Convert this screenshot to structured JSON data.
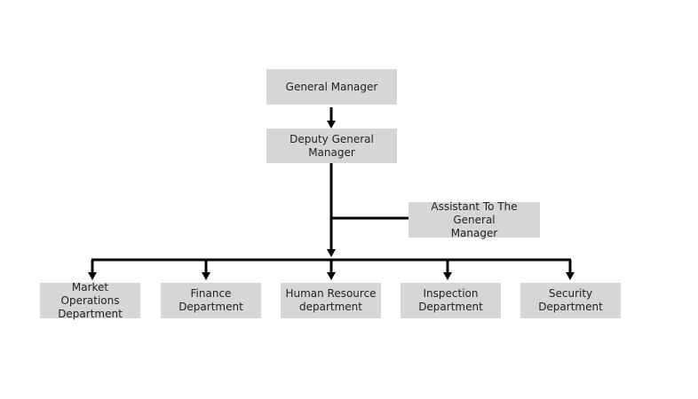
{
  "org_chart": {
    "general_manager": "General Manager",
    "deputy_general_manager": "Deputy General Manager",
    "assistant": [
      "Assistant To The General",
      "Manager"
    ],
    "departments": [
      [
        "Market Operations",
        "Department"
      ],
      [
        "Finance",
        "Department"
      ],
      [
        "Human Resource",
        "department"
      ],
      [
        "Inspection",
        "Department"
      ],
      [
        "Security",
        "Department"
      ]
    ]
  },
  "colors": {
    "box_fill": "#d6d6d6",
    "line": "#000000",
    "text": "#222222"
  }
}
